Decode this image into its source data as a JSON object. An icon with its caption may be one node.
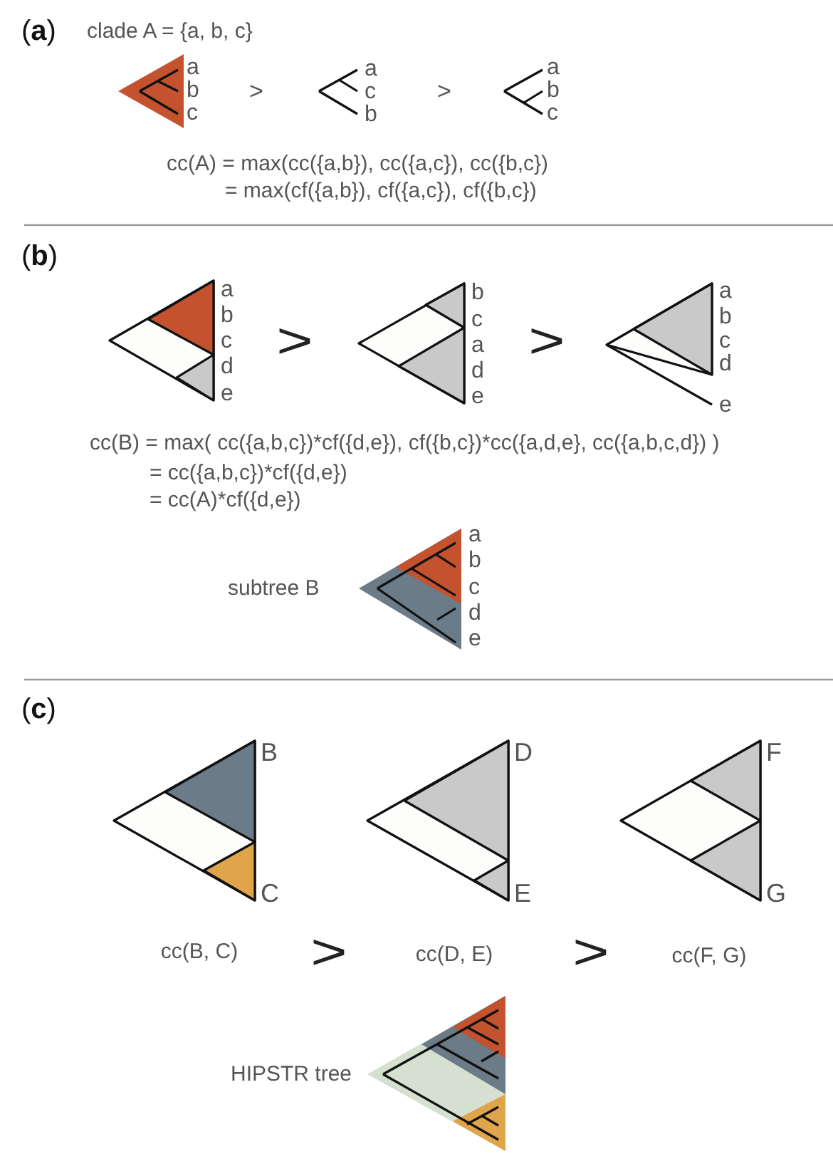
{
  "diagram": {
    "labels": [
      "(**a**)",
      "clade A = {a, b, c}",
      "a",
      "b",
      "c",
      ">",
      "a",
      "c",
      "b",
      ">",
      "a",
      "b",
      "c",
      "cc(A) = max(cc({a,b}), cc({a,c}), cc({b,c})",
      "= max(cf({a,b}), cf({a,c}), cf({b,c})",
      "(**b**)",
      "a",
      "b",
      "c",
      "d",
      "e",
      ">",
      "b",
      "c",
      "a",
      "d",
      "e",
      ">",
      "a",
      "b",
      "c",
      "d",
      "e",
      "cc(B) = max( cc({a,b,c})*cf({d,e}), cf({b,c})*cc({a,d,e}, cc({a,b,c,d}) )",
      "= cc({a,b,c})*cf({d,e})",
      "= cc(A)*cf({d,e})",
      "subtree B",
      "a",
      "b",
      "c",
      "d",
      "e",
      "(**c**)",
      "B",
      "C",
      "D",
      "E",
      "F",
      "G",
      "cc(B, C)",
      ">",
      "cc(D, E)",
      ">",
      "cc(F, G)",
      "HIPSTR tree"
    ]
  }
}
